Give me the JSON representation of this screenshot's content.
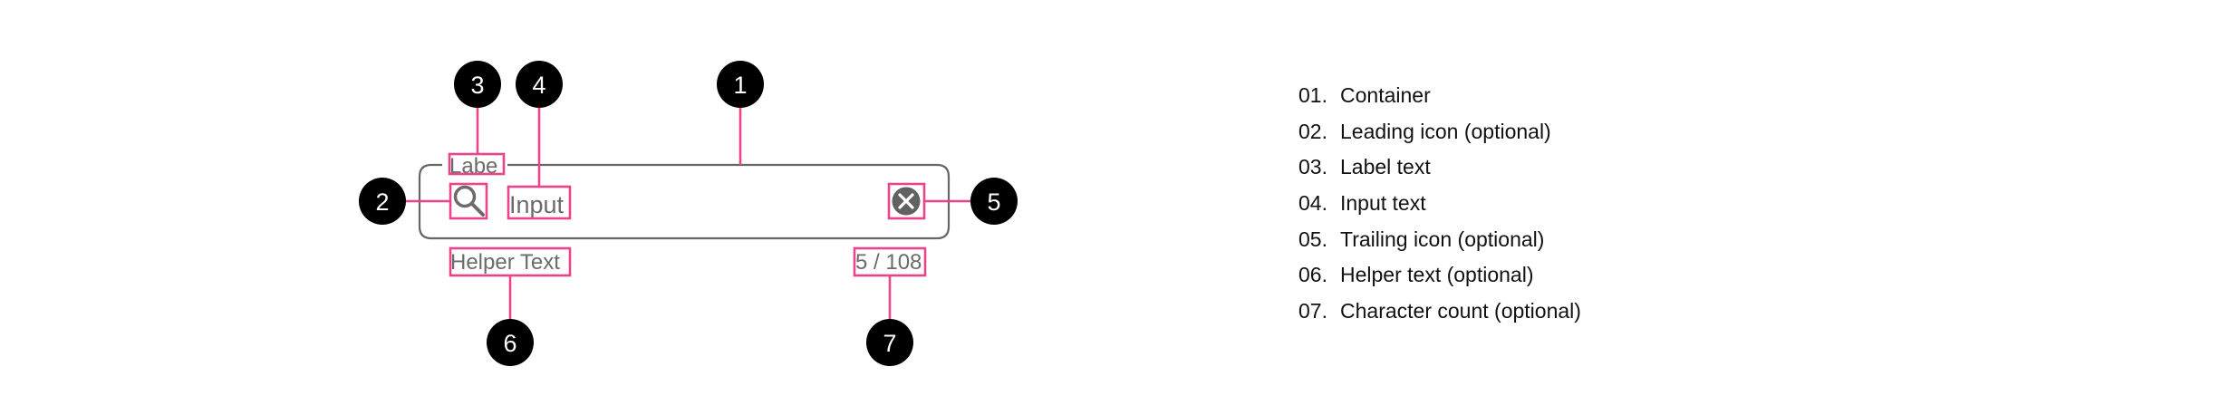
{
  "colors": {
    "annotation": "#e8458b",
    "container_border": "#666666",
    "muted_text": "#6b6b6b",
    "marker_fill": "#000000",
    "clear_icon_fill": "#616161"
  },
  "field": {
    "label": "Labe",
    "input_value": "Input",
    "helper_text": "Helper Text",
    "char_count": "5 / 108",
    "leading_icon": "search-icon",
    "trailing_icon": "clear-icon"
  },
  "markers": [
    "1",
    "2",
    "3",
    "4",
    "5",
    "6",
    "7"
  ],
  "legend": [
    {
      "num": "01.",
      "text": "Container"
    },
    {
      "num": "02.",
      "text": "Leading icon (optional)"
    },
    {
      "num": "03.",
      "text": "Label text"
    },
    {
      "num": "04.",
      "text": "Input text"
    },
    {
      "num": "05.",
      "text": "Trailing icon (optional)"
    },
    {
      "num": "06.",
      "text": "Helper text (optional)"
    },
    {
      "num": "07.",
      "text": "Character count (optional)"
    }
  ]
}
